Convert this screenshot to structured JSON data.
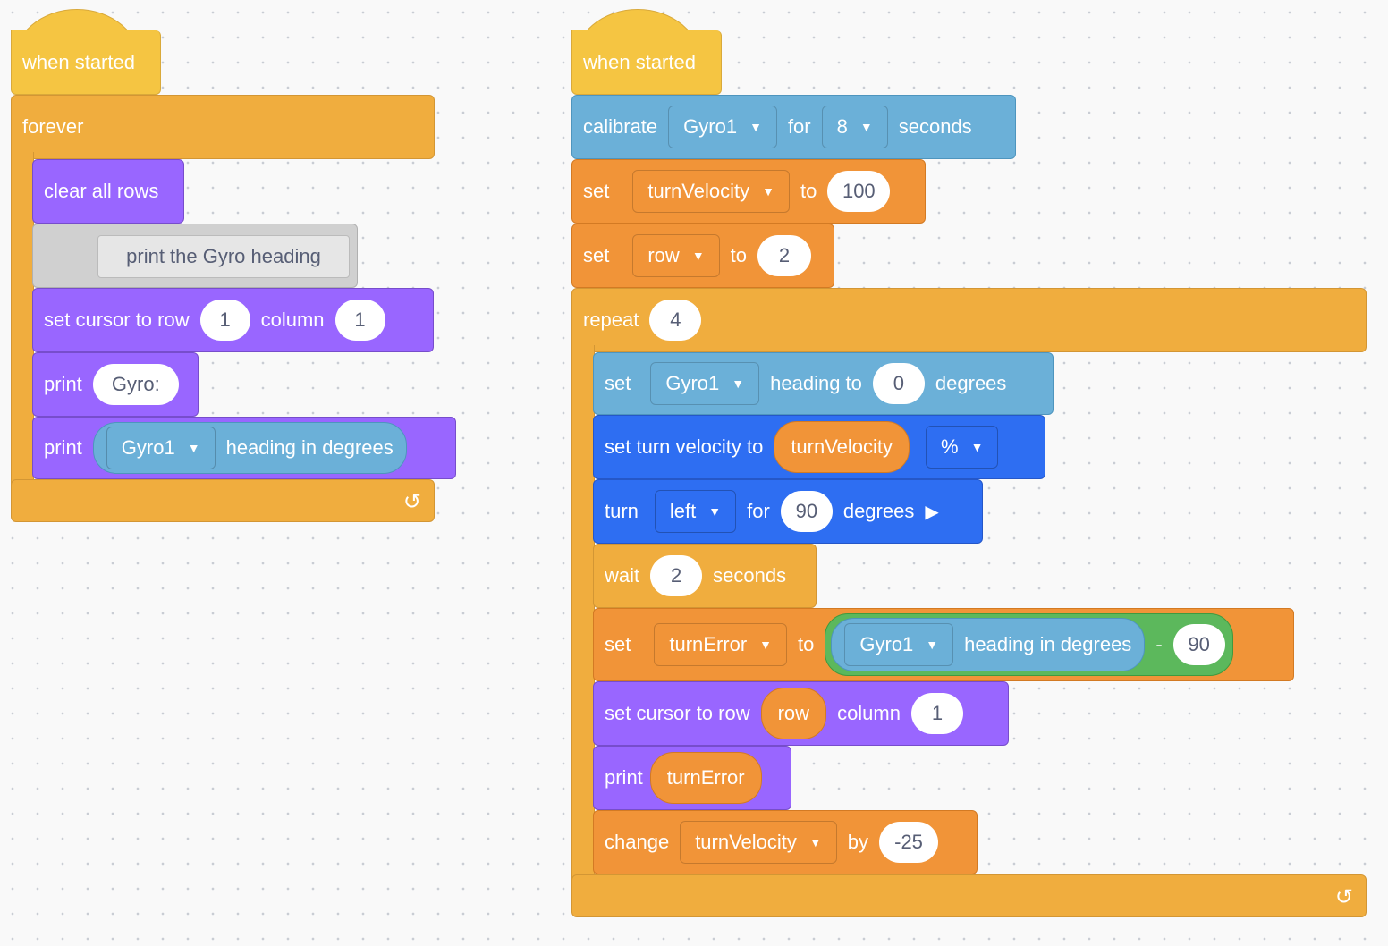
{
  "left_script": {
    "hat": "when started",
    "forever": "forever",
    "clear": "clear all rows",
    "comment": "print the Gyro heading",
    "set_cursor": {
      "label": "set cursor to row",
      "row": "1",
      "col_label": "column",
      "col": "1"
    },
    "print1": {
      "label": "print",
      "value": "Gyro:"
    },
    "print2": {
      "label": "print",
      "sensor": "Gyro1",
      "reporter": "heading in degrees"
    },
    "loop_arrow": "↺"
  },
  "right_script": {
    "hat": "when started",
    "calibrate": {
      "label": "calibrate",
      "sensor": "Gyro1",
      "for": "for",
      "secs": "8",
      "seconds": "seconds"
    },
    "set_velocity_var": {
      "label": "set",
      "var": "turnVelocity",
      "to": "to",
      "value": "100"
    },
    "set_row": {
      "label": "set",
      "var": "row",
      "to": "to",
      "value": "2"
    },
    "repeat": {
      "label": "repeat",
      "count": "4"
    },
    "set_heading": {
      "label": "set",
      "sensor": "Gyro1",
      "mid": "heading to",
      "value": "0",
      "unit": "degrees"
    },
    "turn_velocity": {
      "label": "set turn velocity to",
      "var": "turnVelocity",
      "unit": "%"
    },
    "turn": {
      "label": "turn",
      "dir": "left",
      "for": "for",
      "value": "90",
      "unit": "degrees",
      "play": "▶"
    },
    "wait": {
      "label": "wait",
      "value": "2",
      "unit": "seconds"
    },
    "set_error": {
      "label": "set",
      "var": "turnError",
      "to": "to",
      "sensor": "Gyro1",
      "reporter": "heading in degrees",
      "op": "-",
      "value": "90"
    },
    "set_cursor": {
      "label": "set cursor to row",
      "row": "row",
      "col_label": "column",
      "col": "1"
    },
    "print": {
      "label": "print",
      "var": "turnError"
    },
    "change": {
      "label": "change",
      "var": "turnVelocity",
      "by": "by",
      "value": "-25"
    },
    "loop_arrow": "↺"
  },
  "colors": {
    "events": "#f5c542",
    "control": "#f0ad3e",
    "looks": "#9966ff",
    "sensing": "#6bb0d8",
    "variables": "#f19438",
    "motion": "#2e6ef2",
    "operators": "#5cb85c"
  }
}
